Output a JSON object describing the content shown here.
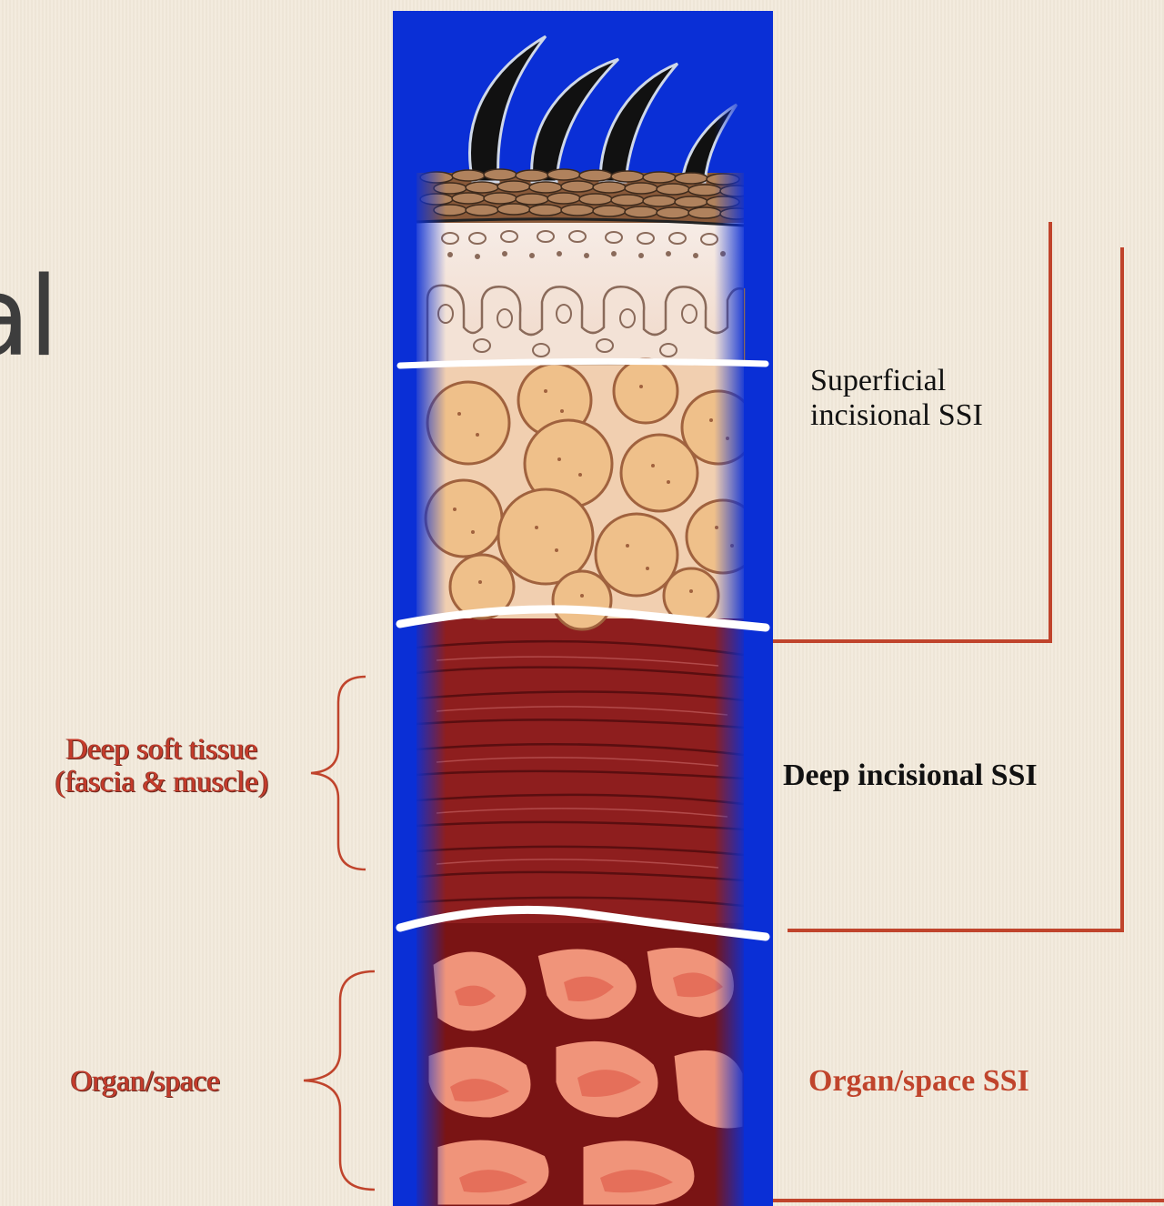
{
  "slide": {
    "title_fragment": "al"
  },
  "labels": {
    "superficial": [
      "Superficial",
      "incisional SSI"
    ],
    "deep": "Deep incisional SSI",
    "organ_space_ssi": "Organ/space SSI",
    "deep_soft_tissue": [
      "Deep soft tissue",
      "(fascia & muscle)"
    ],
    "organ_space": "Organ/space"
  },
  "colors": {
    "background": "#f2e9da",
    "panel_blue": "#0a2fd6",
    "bracket_line": "#c0442c",
    "muscle": "#8e1e1e",
    "fat": "#efc08a",
    "organ": "#f0947a",
    "label_red": "#c63b2b"
  }
}
